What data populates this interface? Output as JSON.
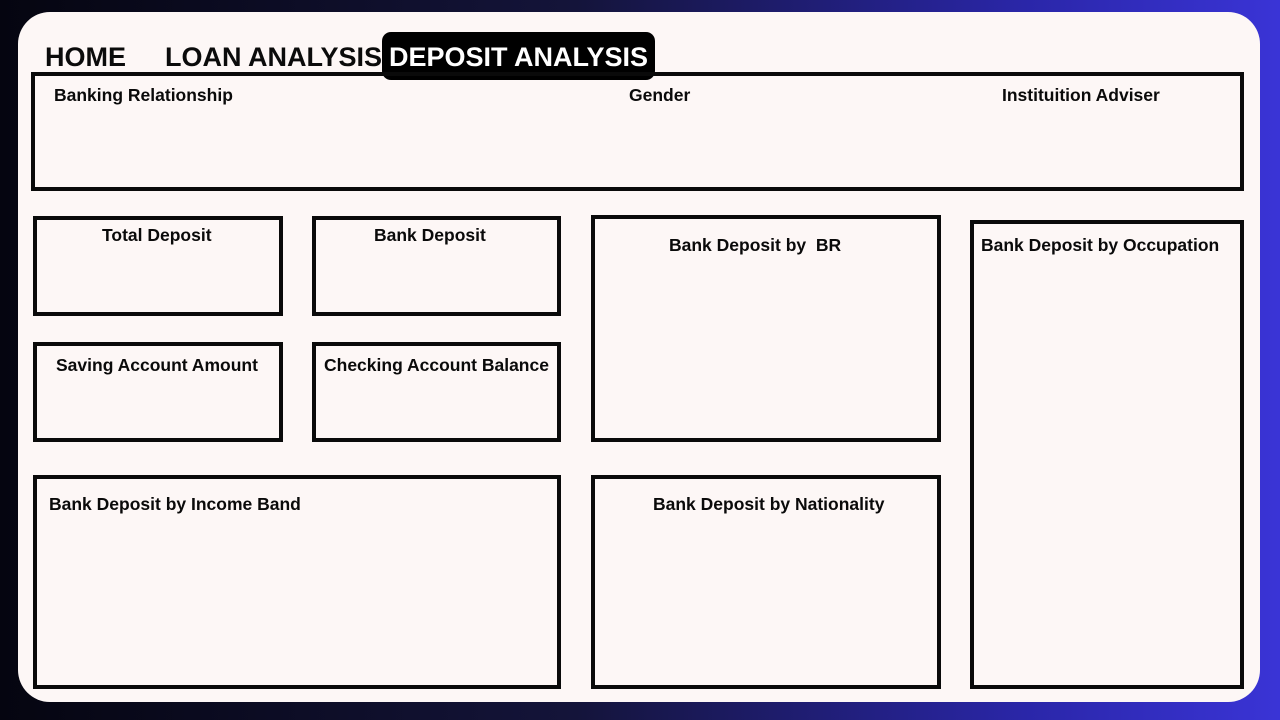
{
  "nav": {
    "home": "HOME",
    "loan_analysis": "LOAN ANALYSIS",
    "deposit_analysis": "DEPOSIT ANALYSIS",
    "active_tab": "DEPOSIT ANALYSIS"
  },
  "filters": {
    "banking_relationship": "Banking Relationship",
    "gender": "Gender",
    "institution_adviser": "Instituition Adviser"
  },
  "cards": {
    "total_deposit": "Total Deposit",
    "bank_deposit": "Bank Deposit",
    "saving_account_amount": "Saving Account Amount",
    "checking_account_balance": "Checking Account Balance"
  },
  "charts": {
    "by_br": "Bank Deposit by  BR",
    "by_occupation": "Bank Deposit by Occupation",
    "by_income_band": "Bank Deposit by Income Band",
    "by_nationality": "Bank Deposit by Nationality"
  },
  "colors": {
    "panel_background": "#fdf7f6",
    "active_tab_background": "#000000",
    "active_tab_text": "#ffffff",
    "border": "#0a0a0a"
  }
}
